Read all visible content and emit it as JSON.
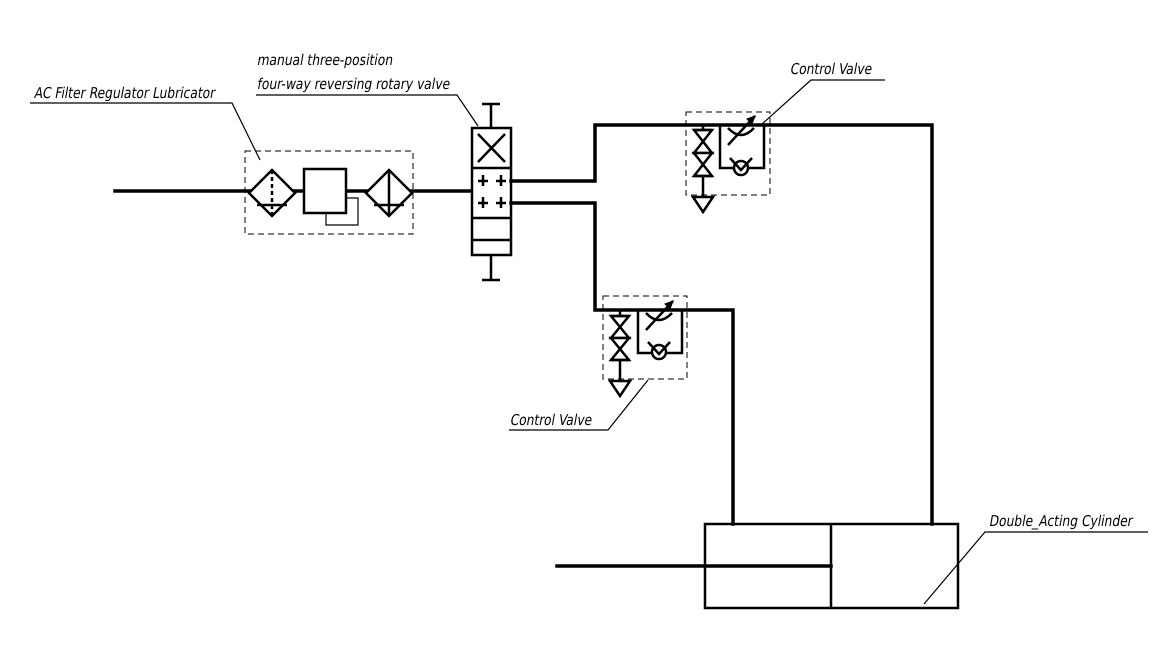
{
  "labels": {
    "frl": "AC Filter Regulator Lubricator",
    "rotary_valve_line1": "manual three-position",
    "rotary_valve_line2": "four-way reversing rotary valve",
    "control_valve_top": "Control Valve",
    "control_valve_bottom": "Control Valve",
    "cylinder": "Double_Acting Cylinder"
  },
  "colors": {
    "line": "#000000",
    "background": "#ffffff"
  }
}
